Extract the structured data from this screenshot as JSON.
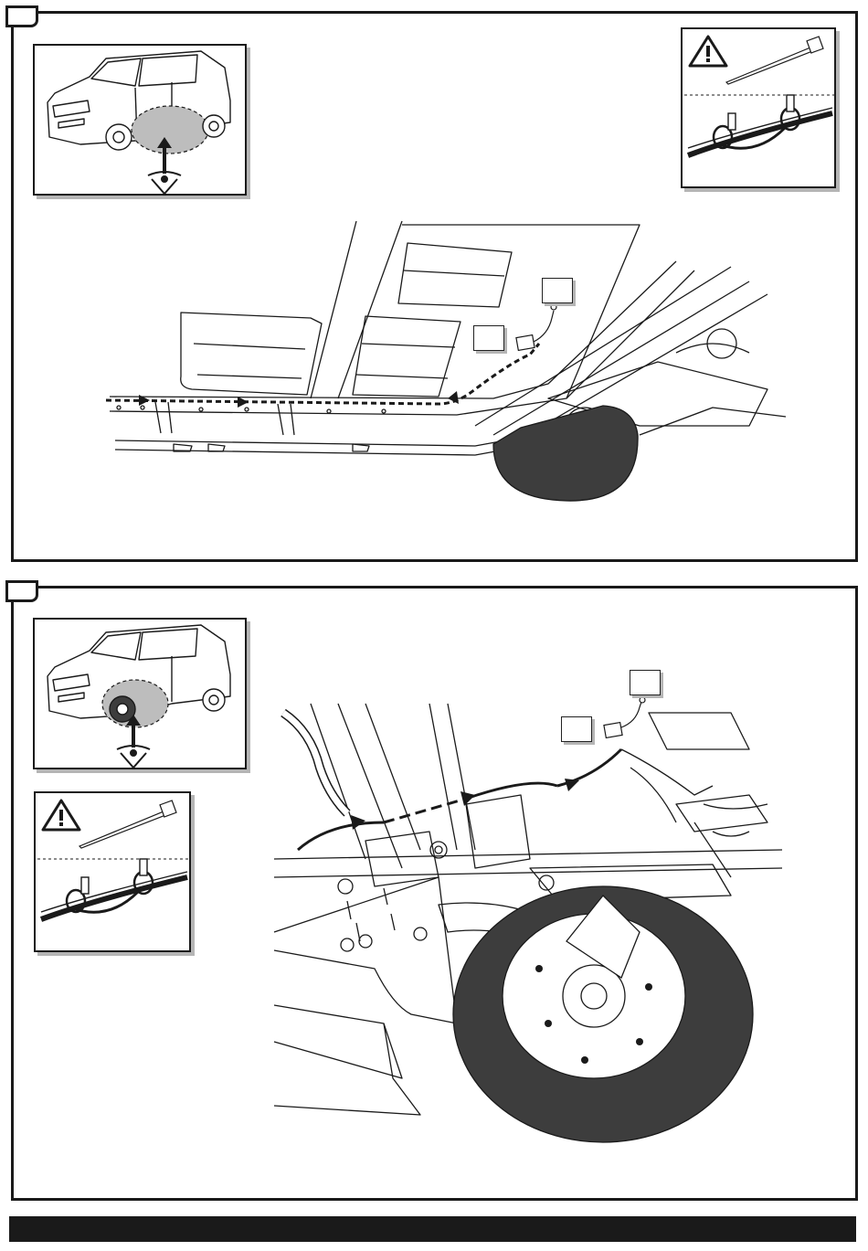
{
  "colors": {
    "line": "#1a1a1a",
    "wheel": "#3d3d3d",
    "highlight": "#bdbdbd",
    "shadow": "#b5b5b5",
    "background": "#ffffff"
  },
  "icons": {
    "warning": "warning-triangle-icon",
    "eye": "eye-view-icon",
    "cable_tie": "cable-tie-icon"
  },
  "steps": [
    {
      "id": "step-1",
      "view": "side-sill-cable-routing"
    },
    {
      "id": "step-2",
      "view": "front-wheel-arch-cable-routing"
    }
  ]
}
